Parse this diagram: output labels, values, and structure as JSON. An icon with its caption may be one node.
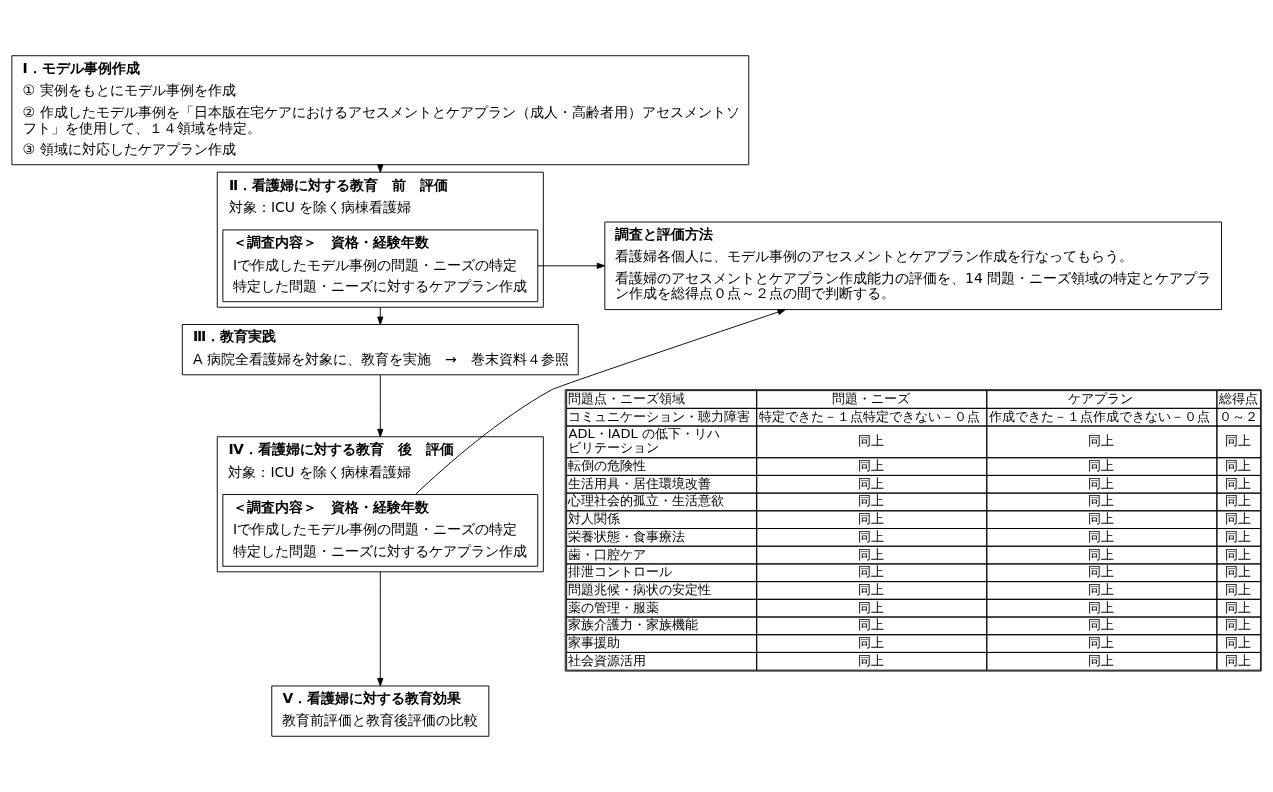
{
  "diagram": {
    "nodes": [
      {
        "text": [
          "Ⅰ．モデル事例作成",
          "① 実例をもとにモデル事例を作成",
          "② 作成したモデル事例を「日本版在宅ケアにおけるアセスメントとケアプラン（成人・高齢者用）アセスメントソフト」を使用して、１４領域を特定。",
          "③ 領域に対応したケアプラン作成"
        ]
      },
      {
        "text": [
          "Ⅱ．看護婦に対する教育　前　評価",
          "対象：ICU を除く病棟看護婦"
        ]
      },
      {
        "text": [
          "＜調査内容＞　資格・経験年数",
          "Ⅰで作成したモデル事例の問題・ニーズの特定",
          "特定した問題・ニーズに対するケアプラン作成"
        ],
        "in": 1
      },
      {
        "text": [
          "Ⅲ．教育実践",
          "A 病院全看護婦を対象に、教育を実施　→　巻末資料４参照"
        ]
      },
      {
        "text": [
          "Ⅳ．看護婦に対する教育　後　評価",
          "対象：ICU を除く病棟看護婦"
        ]
      },
      {
        "text": [
          "＜調査内容＞　資格・経験年数",
          "Ⅰで作成したモデル事例の問題・ニーズの特定",
          "特定した問題・ニーズに対するケアプラン作成"
        ],
        "in": 4
      },
      {
        "text": [
          "Ⅴ．看護婦に対する教育効果",
          "教育前評価と教育後評価の比較"
        ]
      },
      {
        "text": [
          "調査と評価方法",
          "看護婦各個人に、モデル事例のアセスメントとケアプラン作成を行なってもらう。",
          "看護婦のアセスメントとケアプラン作成能力の評価を、14 問題・ニーズ領域の特定とケアプラン作成を総得点０点～２点の間で判断する。"
        ]
      }
    ],
    "edges": [
      {
        "from": 0,
        "to": 1,
        "arrow": "to"
      },
      {
        "from": 1,
        "to": 3,
        "arrow": "to"
      },
      {
        "from": 3,
        "to": 4,
        "arrow": "to"
      },
      {
        "from": 4,
        "to": 6,
        "arrow": "to"
      },
      {
        "from": 2,
        "to": 7,
        "arrow": "to"
      },
      {
        "from": 5,
        "to": 7,
        "arrow": "to"
      }
    ],
    "labels": [
      "問題点・ニーズ領域",
      "問題・ニーズ",
      "ケアプラン",
      "総得点",
      "コミュニケーション・聴力障害",
      "特定できた－１点特定できない－０点",
      "作成できた－１点作成できない－０点",
      "０～２",
      "ADL・IADL の低下・リハビリテーション",
      "同上",
      "同上",
      "同上",
      "転倒の危険性",
      "同上",
      "同上",
      "同上",
      "生活用具・居住環境改善",
      "同上",
      "同上",
      "同上",
      "心理社会的孤立・生活意欲",
      "同上",
      "同上",
      "同上",
      "対人関係",
      "同上",
      "同上",
      "同上",
      "栄養状態・食事療法",
      "同上",
      "同上",
      "同上",
      "歯・口腔ケア",
      "同上",
      "同上",
      "同上",
      "排泄コントロール",
      "同上",
      "同上",
      "同上",
      "問題兆候・病状の安定性",
      "同上",
      "同上",
      "同上",
      "薬の管理・服薬",
      "同上",
      "同上",
      "同上",
      "家族介護力・家族機能",
      "同上",
      "同上",
      "同上",
      "家事援助",
      "同上",
      "同上",
      "同上",
      "社会資源活用",
      "同上",
      "同上",
      "同上"
    ]
  }
}
